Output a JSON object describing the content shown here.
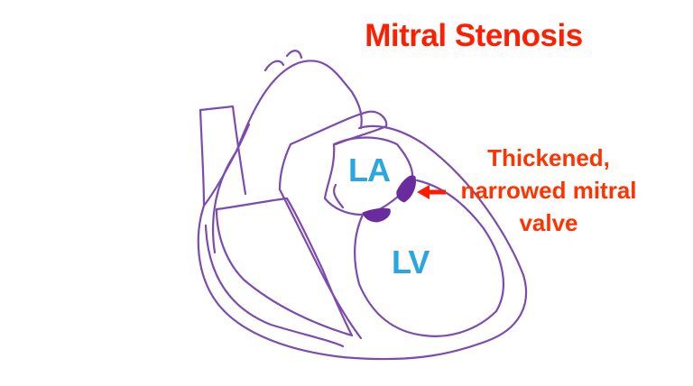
{
  "title": "Mitral Stenosis",
  "annotation": {
    "lines": [
      "Thickened,",
      "narrowed mitral",
      "valve"
    ]
  },
  "chambers": {
    "la": "LA",
    "lv": "LV"
  },
  "colors": {
    "title": "#ff1e00",
    "annotation": "#ff3300",
    "chamber_label": "#2aa6e0",
    "heart_outline": "#7c4bb0",
    "valve": "#6a2c9c",
    "arrow": "#ff1a00"
  }
}
